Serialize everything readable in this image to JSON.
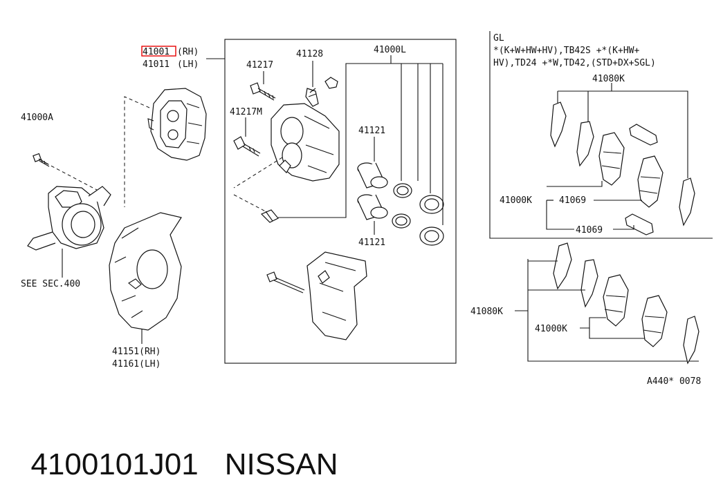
{
  "labels": {
    "p41001": "41001",
    "p41001_side": "(RH)",
    "p41011": "41011",
    "p41011_side": "(LH)",
    "p41000A": "41000A",
    "see_sec": "SEE SEC.400",
    "p41151": "41151(RH)",
    "p41161": "41161(LH)",
    "p41217": "41217",
    "p41128": "41128",
    "p41000L": "41000L",
    "p41217M": "41217M",
    "p41121_top": "41121",
    "p41121_bot": "41121",
    "gl_title": "GL",
    "gl_line1": "*(K+W+HW+HV),TB42S +*(K+HW+",
    "gl_line2": "HV),TD24 +*W,TD42,(STD+DX+SGL)",
    "p41080K_top": "41080K",
    "p41000K_top": "41000K",
    "p41069_a": "41069",
    "p41069_b": "41069",
    "p41080K_bot": "41080K",
    "p41000K_bot": "41000K",
    "ref_code": "A440* 0078"
  },
  "highlight_color": "#e60000",
  "footer": {
    "part_number": "4100101J01",
    "brand": "NISSAN"
  }
}
